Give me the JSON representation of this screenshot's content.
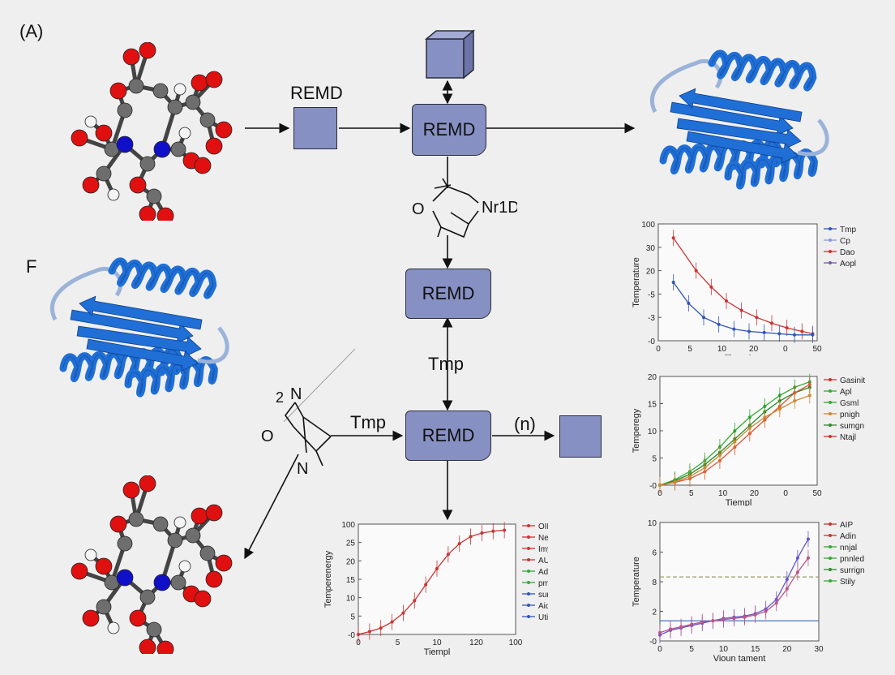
{
  "panel_labels": {
    "a": "(A)",
    "f": "F"
  },
  "flow": {
    "remd_label_top": "REMD",
    "remd_1": "REMD",
    "remd_2": "REMD",
    "remd_3": "REMD",
    "tmp_mid": "Tmp",
    "tmp_left": "Tmp",
    "n_label": "(n)",
    "molecule_1": {
      "o": "O",
      "n": "Nr1D"
    },
    "molecule_2": {
      "o": "O",
      "n_top": "N",
      "n_bot": "N",
      "mark": "2"
    }
  },
  "colors": {
    "box_fill": "#8790c2",
    "protein": "#1f6fd6",
    "atom_o": "#e01010",
    "atom_c": "#6e6e6e",
    "atom_n": "#1010c8",
    "atom_h": "#f4f4f4"
  },
  "icons": [
    "molecule-ball-stick-icon",
    "protein-ribbon-icon",
    "cube-icon"
  ],
  "chart_data": [
    {
      "type": "line",
      "ylabel": "Temperature",
      "xlabel": "Tiempl",
      "xticks": [
        "0",
        "5",
        "10",
        "20",
        "0",
        "50"
      ],
      "yticks": [
        "100",
        "30",
        "20",
        "-5",
        "-3",
        "-0"
      ],
      "legend": [
        "Tmp",
        "Cp",
        "Dao",
        "Aopl"
      ],
      "legend_colors": [
        "#3355bb",
        "#8899dd",
        "#cc3333",
        "#7755aa"
      ],
      "series": [
        {
          "name": "Dao",
          "color": "#cc3333",
          "x": [
            1,
            2.5,
            3.5,
            4.5,
            5.5,
            6.5,
            7.5,
            8.5,
            9.5,
            10.2
          ],
          "y": [
            88,
            60,
            46,
            34,
            26,
            20,
            15,
            11,
            8,
            6
          ]
        },
        {
          "name": "Tmp",
          "color": "#3355bb",
          "x": [
            1,
            2,
            3,
            4,
            5,
            6,
            7,
            8,
            9,
            10.2
          ],
          "y": [
            50,
            32,
            20,
            14,
            10,
            8,
            7,
            6,
            5,
            5
          ]
        }
      ]
    },
    {
      "type": "line",
      "ylabel": "Temperegy",
      "xlabel": "Tiempl",
      "xticks": [
        "0",
        "5",
        "10",
        "20",
        "0",
        "50"
      ],
      "yticks": [
        "20",
        "15",
        "10",
        "5",
        "-0"
      ],
      "legend": [
        "Gasinit",
        "Apl",
        "Gsml",
        "pnigh",
        "sumgn",
        "Ntajl"
      ],
      "legend_colors": [
        "#cc3333",
        "#33aa33",
        "#33aa33",
        "#cc8833",
        "#338833",
        "#cc3333"
      ],
      "series": [
        {
          "name": "Gsml",
          "color": "#33aa33",
          "x": [
            0,
            1,
            2,
            3,
            4,
            5,
            6,
            7,
            8,
            9,
            10
          ],
          "y": [
            0,
            1,
            2.5,
            4.5,
            7,
            10,
            12.5,
            14.5,
            16.5,
            18,
            19
          ]
        },
        {
          "name": "Apl",
          "color": "#228822",
          "x": [
            0,
            1,
            2,
            3,
            4,
            5,
            6,
            7,
            8,
            9,
            10
          ],
          "y": [
            0,
            0.8,
            2,
            3.8,
            6,
            8.5,
            11,
            13.5,
            15.5,
            17,
            18
          ]
        },
        {
          "name": "Gasinit",
          "color": "#dd5533",
          "x": [
            0,
            1,
            2,
            3,
            4,
            5,
            6,
            7,
            8,
            9,
            10
          ],
          "y": [
            0,
            0.5,
            1.2,
            2.5,
            4.5,
            7,
            9.5,
            12,
            14.5,
            17,
            18.5
          ]
        },
        {
          "name": "pnigh",
          "color": "#cc8833",
          "x": [
            0,
            1,
            2,
            3,
            4,
            5,
            6,
            7,
            8,
            9,
            10
          ],
          "y": [
            0,
            0.6,
            1.6,
            3.2,
            5.5,
            8,
            10.5,
            12.5,
            14,
            15.5,
            16.5
          ]
        }
      ]
    },
    {
      "type": "line",
      "ylabel": "Temperature",
      "xlabel": "Vioun tament",
      "xticks": [
        "0",
        "5",
        "10",
        "15",
        "20",
        "30"
      ],
      "yticks": [
        "10",
        "6",
        "8",
        "2",
        "-0"
      ],
      "legend": [
        "AIP",
        "Adin",
        "nnjal",
        "pnnled",
        "surrign",
        "Stily"
      ],
      "legend_colors": [
        "#cc3333",
        "#cc3333",
        "#33aa33",
        "#33aa33",
        "#338833",
        "#33aa33"
      ],
      "series": [
        {
          "name": "AIP",
          "color": "#6655cc",
          "x": [
            0,
            2,
            4,
            6,
            8,
            10,
            12,
            14,
            16,
            18,
            20,
            22,
            24,
            26,
            28
          ],
          "y": [
            0.5,
            0.9,
            1.1,
            1.3,
            1.5,
            1.7,
            1.9,
            2.0,
            2.1,
            2.3,
            2.7,
            3.5,
            5.2,
            7.0,
            8.6
          ]
        },
        {
          "name": "Adin",
          "color": "#bb5588",
          "x": [
            0,
            2,
            4,
            6,
            8,
            10,
            12,
            14,
            16,
            18,
            20,
            22,
            24,
            26,
            28
          ],
          "y": [
            0.7,
            1.0,
            1.2,
            1.4,
            1.6,
            1.7,
            1.8,
            1.9,
            2.0,
            2.2,
            2.5,
            3.2,
            4.4,
            5.8,
            7.0
          ]
        }
      ],
      "reference_lines": [
        {
          "name": "nnjal",
          "color": "#999966",
          "y": 5.4,
          "style": "dashed"
        },
        {
          "name": "Stily",
          "color": "#3366bb",
          "y": 1.7,
          "style": "solid"
        }
      ]
    },
    {
      "type": "line",
      "ylabel": "Temperenergy",
      "xlabel": "Tiempl",
      "xticks": [
        "0",
        "5",
        "10",
        "120",
        "100"
      ],
      "yticks": [
        "100",
        "25",
        "20",
        "15",
        "10",
        "5",
        "-0"
      ],
      "legend": [
        "OIP",
        "Nex",
        "Imypl",
        "AUR",
        "Adisl",
        "pmign",
        "sumign",
        "Aiqpl",
        "Utigl"
      ],
      "legend_colors": [
        "#cc3333",
        "#cc3333",
        "#cc3333",
        "#cc3333",
        "#33aa33",
        "#33aa33",
        "#3355bb",
        "#3355bb",
        "#3355bb"
      ],
      "series": [
        {
          "name": "OIP",
          "color": "#cc3333",
          "x": [
            0,
            1,
            2,
            3,
            4,
            5,
            6,
            7,
            8,
            9,
            10,
            11,
            12,
            13
          ],
          "y": [
            0,
            0.8,
            1.8,
            3.5,
            6,
            9.5,
            14,
            18.5,
            22.5,
            25.5,
            27.5,
            28.5,
            29,
            29.3
          ]
        }
      ]
    }
  ]
}
